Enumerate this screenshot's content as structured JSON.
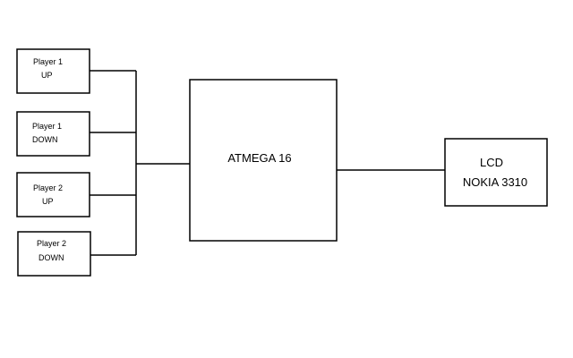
{
  "inputs": [
    {
      "line1": "Player 1",
      "line2": "UP"
    },
    {
      "line1": "Player 1",
      "line2": "DOWN"
    },
    {
      "line1": "Player 2",
      "line2": "UP"
    },
    {
      "line1": "Player 2",
      "line2": "DOWN"
    }
  ],
  "mcu": {
    "label": "ATMEGA 16"
  },
  "display": {
    "line1": "LCD",
    "line2": "NOKIA 3310"
  }
}
